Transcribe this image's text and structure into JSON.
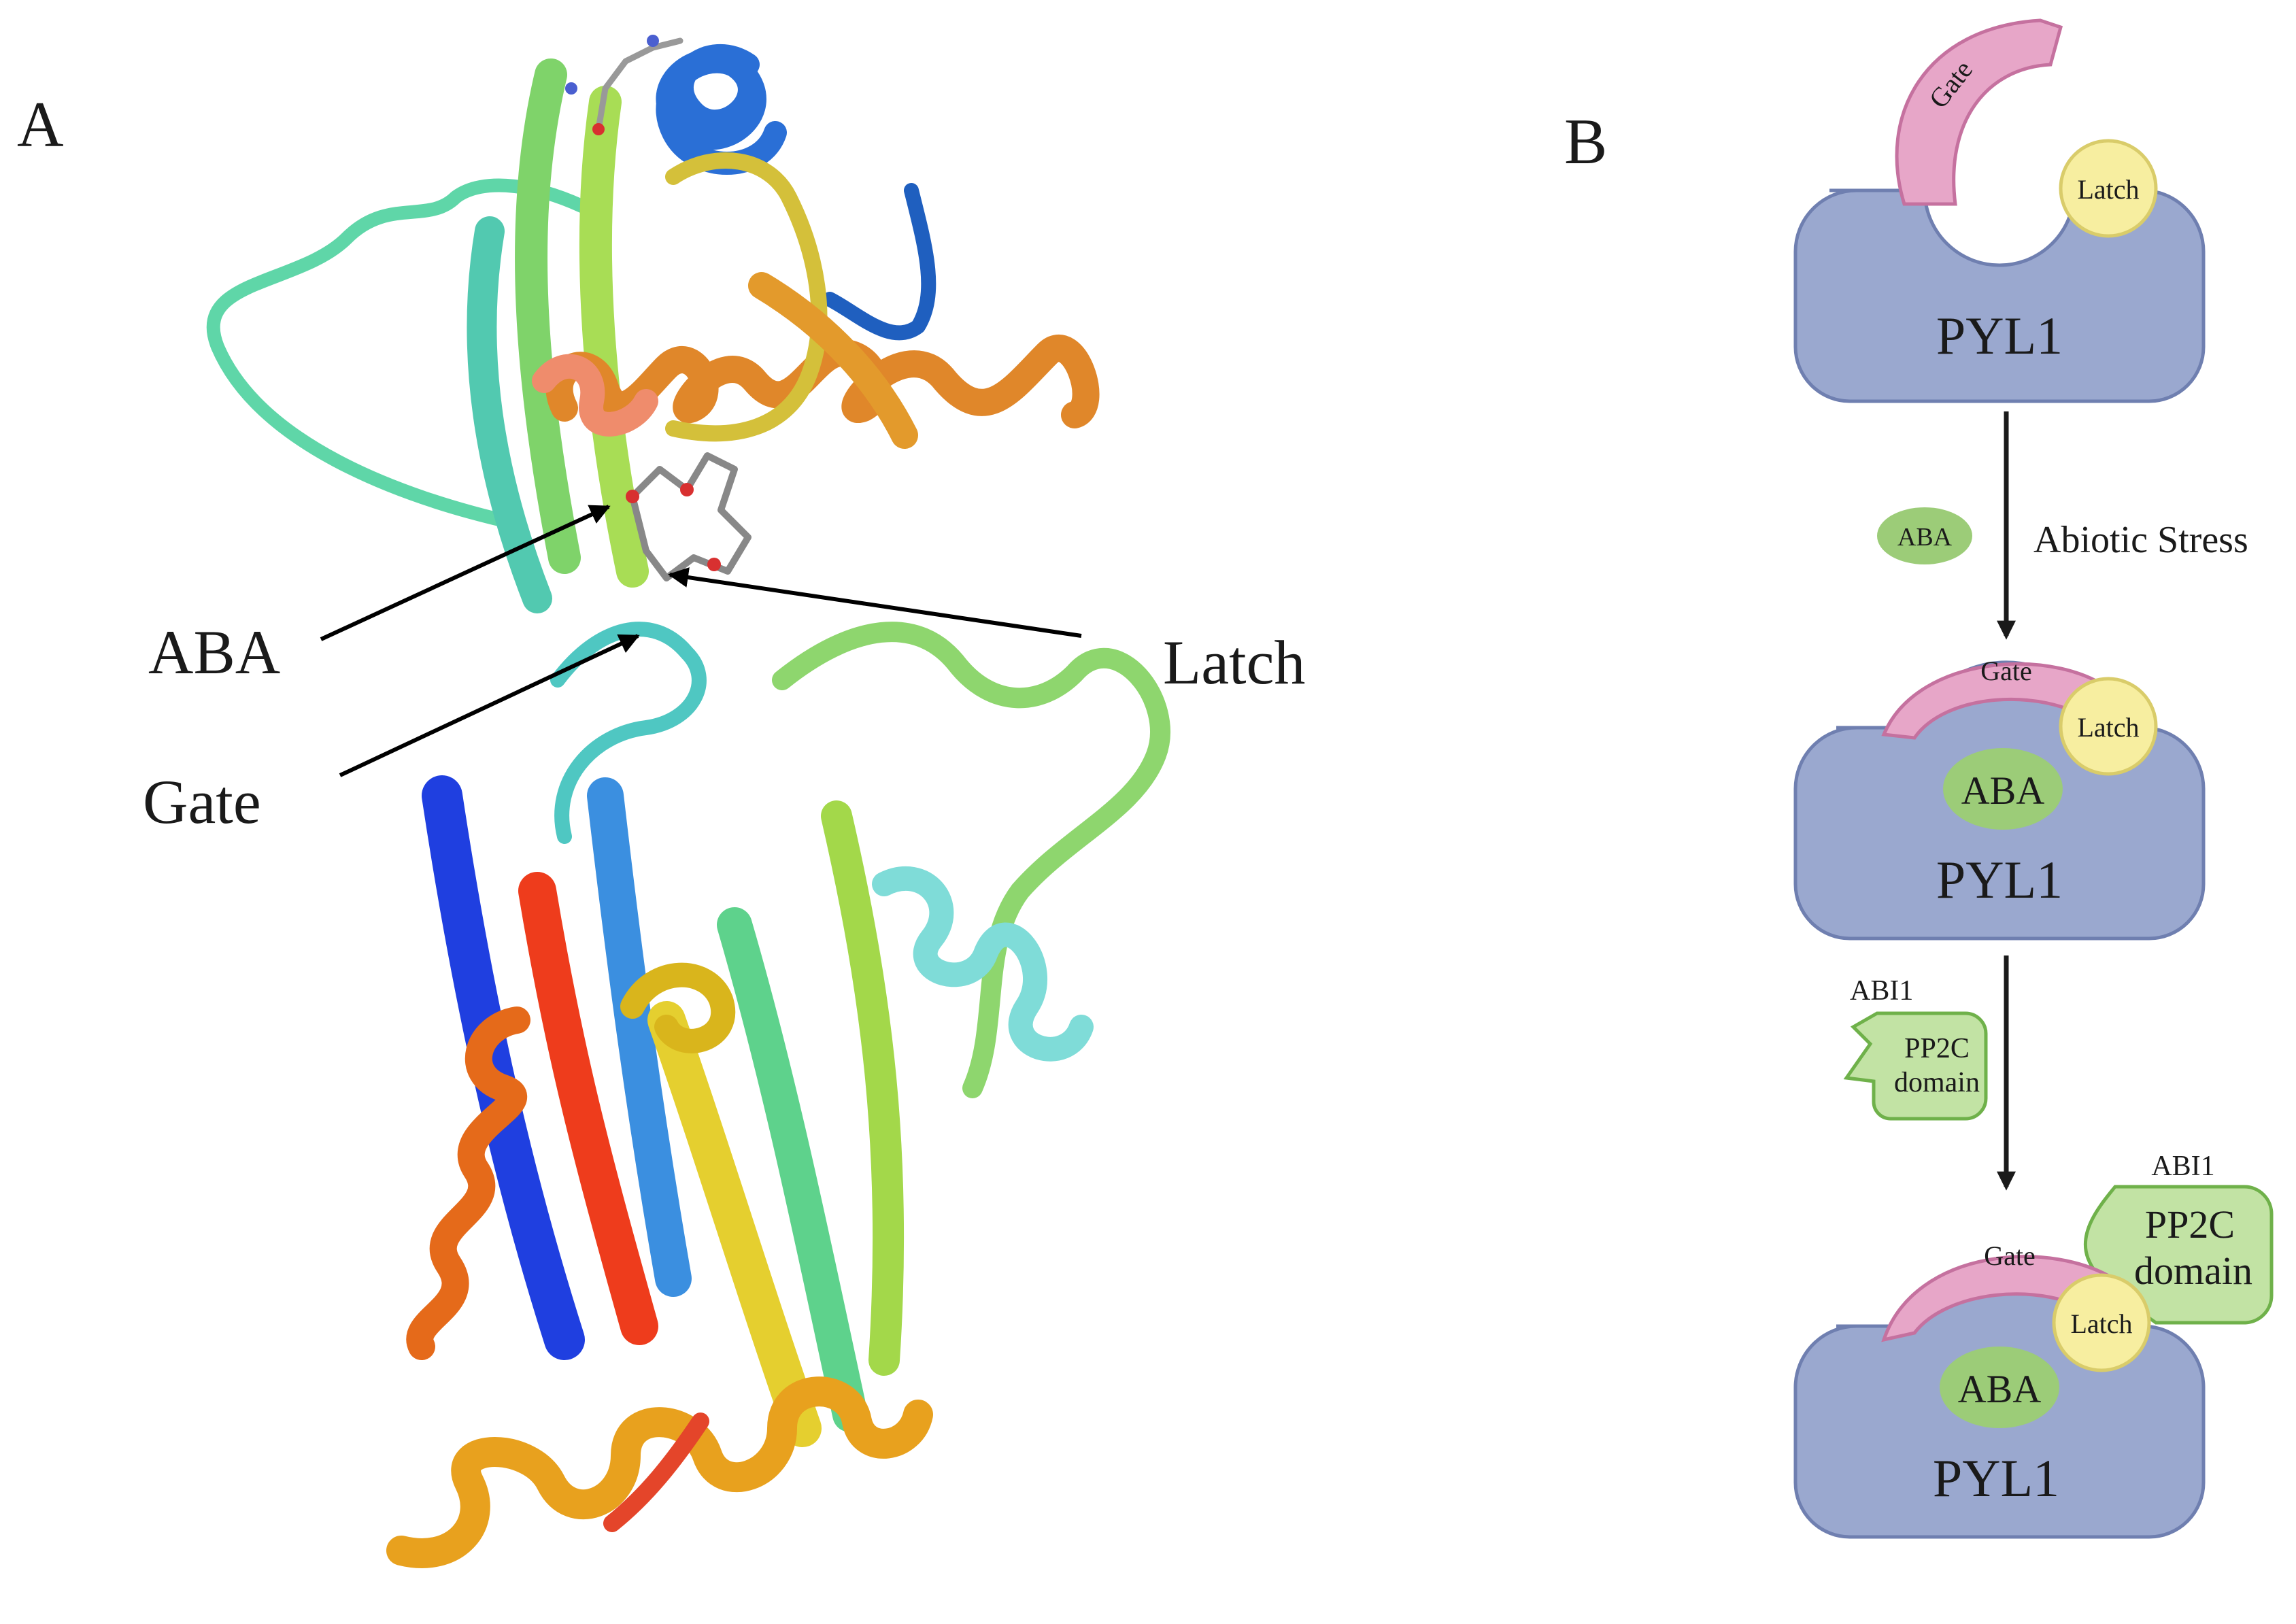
{
  "panel_a": {
    "label": "A",
    "callouts": {
      "aba": "ABA",
      "latch": "Latch",
      "gate": "Gate"
    }
  },
  "panel_b": {
    "label": "B",
    "state1": {
      "protein": "PYL1",
      "gate": "Gate",
      "latch": "Latch"
    },
    "step1": {
      "ligand": "ABA",
      "condition": "Abiotic Stress"
    },
    "state2": {
      "protein": "PYL1",
      "gate": "Gate",
      "latch": "Latch",
      "ligand": "ABA"
    },
    "step2": {
      "partner_name": "ABI1",
      "partner_domain_line1": "PP2C",
      "partner_domain_line2": "domain"
    },
    "state3": {
      "protein": "PYL1",
      "gate": "Gate",
      "latch": "Latch",
      "ligand": "ABA",
      "partner_name": "ABI1",
      "partner_domain_line1": "PP2C",
      "partner_domain_line2": "domain"
    }
  },
  "colors": {
    "protein": "#9aa8cf",
    "protein_stroke": "#6f7fb0",
    "gate": "#e7a6c8",
    "gate_stroke": "#c5719f",
    "latch": "#f7eea0",
    "latch_stroke": "#d9cc6a",
    "ligand": "#9ccc78",
    "partner": "#c2e3a4",
    "partner_stroke": "#6fb14a"
  }
}
